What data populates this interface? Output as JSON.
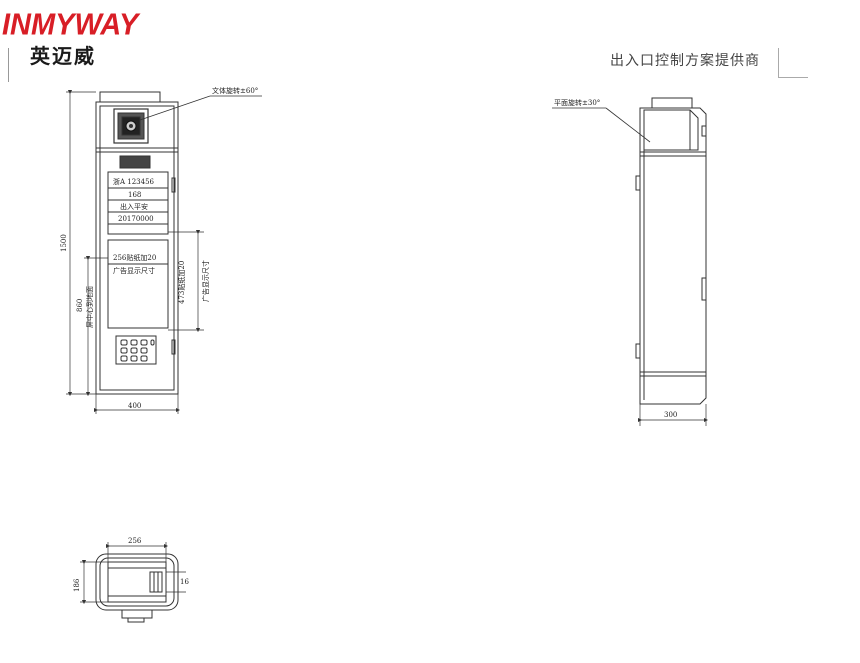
{
  "brand": {
    "name_en": "INMYWAY",
    "name_cn": "英迈威",
    "slogan": "出入口控制方案提供商",
    "accent_color": "#d81e26"
  },
  "front_view": {
    "annotation_rotate": "文体旋转±60°",
    "screen_lines": [
      "浙A 123456",
      "168",
      "出入平安",
      "20170000"
    ],
    "ad_label_1": "256贴纸加20",
    "ad_label_2": "广告显示尺寸",
    "dim_height_total": "1500",
    "dim_height_center": "860",
    "dim_center_label": "屏中心到地面",
    "dim_ad_height": "473贴纸加20",
    "dim_ad_label": "广告显示尺寸",
    "dim_width": "400"
  },
  "side_view": {
    "annotation_rotate": "平面旋转±30°",
    "dim_depth": "300"
  },
  "top_view": {
    "dim_width": "256",
    "dim_depth": "186",
    "dim_small": "16"
  }
}
